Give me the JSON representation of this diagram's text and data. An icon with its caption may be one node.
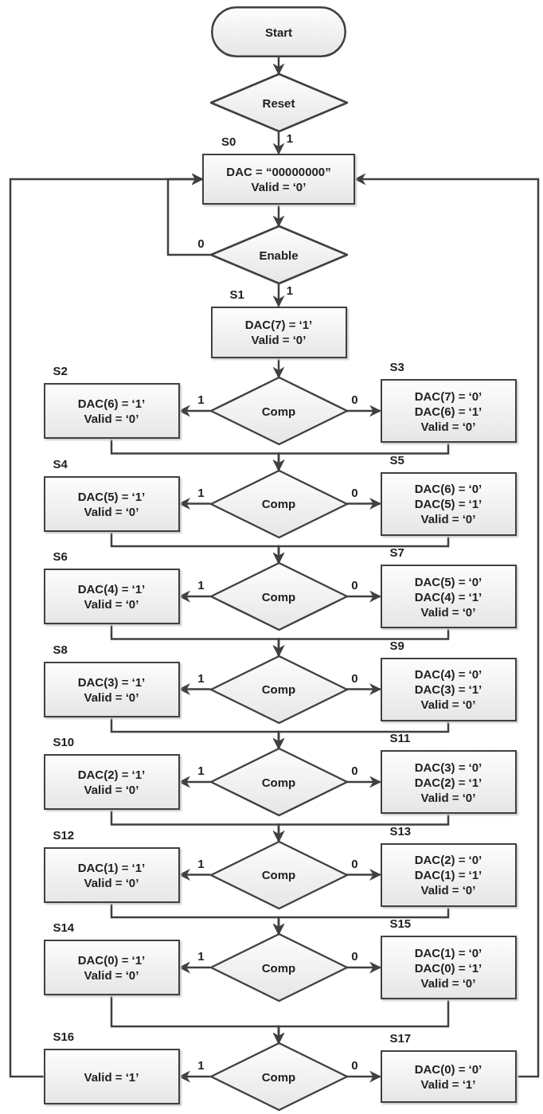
{
  "diagram": {
    "nodes": [
      {
        "text": [
          "Start"
        ]
      },
      {
        "text": [
          "Reset"
        ]
      },
      {
        "text": [
          "DAC = “00000000”",
          "Valid = ‘0’"
        ],
        "beside": [
          "S0"
        ]
      },
      {
        "text": [
          "Enable"
        ]
      },
      {
        "text": [
          "DAC(7) = ‘1’",
          "Valid = ‘0’"
        ],
        "beside": [
          "S1"
        ]
      },
      {
        "text": [
          "Comp"
        ]
      },
      {
        "text": [
          "DAC(6) = ‘1’",
          "Valid = ‘0’"
        ],
        "beside": [
          "S2"
        ]
      },
      {
        "text": [
          "DAC(7) = ‘0’",
          "DAC(6) = ‘1’",
          "Valid = ‘0’"
        ],
        "beside": [
          "S3"
        ]
      },
      {
        "text": [
          "Comp"
        ]
      },
      {
        "text": [
          "DAC(5) = ‘1’",
          "Valid = ‘0’"
        ],
        "beside": [
          "S4"
        ]
      },
      {
        "text": [
          "DAC(6) = ‘0’",
          "DAC(5) = ‘1’",
          "Valid = ‘0’"
        ],
        "beside": [
          "S5"
        ]
      },
      {
        "text": [
          "Comp"
        ]
      },
      {
        "text": [
          "DAC(4) = ‘1’",
          "Valid = ‘0’"
        ],
        "beside": [
          "S6"
        ]
      },
      {
        "text": [
          "DAC(5) = ‘0’",
          "DAC(4) = ‘1’",
          "Valid = ‘0’"
        ],
        "beside": [
          "S7"
        ]
      },
      {
        "text": [
          "Comp"
        ]
      },
      {
        "text": [
          "DAC(3) = ‘1’",
          "Valid = ‘0’"
        ],
        "beside": [
          "S8"
        ]
      },
      {
        "text": [
          "DAC(4) = ‘0’",
          "DAC(3) = ‘1’",
          "Valid = ‘0’"
        ],
        "beside": [
          "S9"
        ]
      },
      {
        "text": [
          "Comp"
        ]
      },
      {
        "text": [
          "DAC(2) = ‘1’",
          "Valid = ‘0’"
        ],
        "beside": [
          "S10"
        ]
      },
      {
        "text": [
          "DAC(3) = ‘0’",
          "DAC(2) = ‘1’",
          "Valid = ‘0’"
        ],
        "beside": [
          "S11"
        ]
      },
      {
        "text": [
          "Comp"
        ]
      },
      {
        "text": [
          "DAC(1) = ‘1’",
          "Valid = ‘0’"
        ],
        "beside": [
          "S12"
        ]
      },
      {
        "text": [
          "DAC(2) = ‘0’",
          "DAC(1) = ‘1’",
          "Valid = ‘0’"
        ],
        "beside": [
          "S13"
        ]
      },
      {
        "text": [
          "Comp"
        ]
      },
      {
        "text": [
          "DAC(0) = ‘1’",
          "Valid = ‘0’"
        ],
        "beside": [
          "S14"
        ]
      },
      {
        "text": [
          "DAC(1) = ‘0’",
          "DAC(0) = ‘1’",
          "Valid = ‘0’"
        ],
        "beside": [
          "S15"
        ]
      },
      {
        "text": [
          "Comp"
        ]
      },
      {
        "text": [
          "Valid = ‘1’"
        ],
        "beside": [
          "S16"
        ]
      },
      {
        "text": [
          "DAC(0) = ‘0’",
          "Valid = ‘1’"
        ],
        "beside": [
          "S17"
        ]
      }
    ],
    "edges": [
      {
        "from": 0,
        "to": 1,
        "arrow": "to"
      },
      {
        "from": 1,
        "to": 2,
        "arrow": "to",
        "label": "1"
      },
      {
        "from": 2,
        "to": 3,
        "arrow": "to"
      },
      {
        "from": 3,
        "to": 2,
        "arrow": "to",
        "label": "0"
      },
      {
        "from": 3,
        "to": 4,
        "arrow": "to",
        "label": "1"
      },
      {
        "from": 4,
        "to": 5,
        "arrow": "to"
      },
      {
        "from": 5,
        "to": 6,
        "arrow": "to",
        "label": "1"
      },
      {
        "from": 5,
        "to": 7,
        "arrow": "to",
        "label": "0"
      },
      {
        "from": 6,
        "to": 8,
        "arrow": "to"
      },
      {
        "from": 7,
        "to": 8,
        "arrow": "to"
      },
      {
        "from": 8,
        "to": 9,
        "arrow": "to",
        "label": "1"
      },
      {
        "from": 8,
        "to": 10,
        "arrow": "to",
        "label": "0"
      },
      {
        "from": 9,
        "to": 11,
        "arrow": "to"
      },
      {
        "from": 10,
        "to": 11,
        "arrow": "to"
      },
      {
        "from": 11,
        "to": 12,
        "arrow": "to",
        "label": "1"
      },
      {
        "from": 11,
        "to": 13,
        "arrow": "to",
        "label": "0"
      },
      {
        "from": 12,
        "to": 14,
        "arrow": "to"
      },
      {
        "from": 13,
        "to": 14,
        "arrow": "to"
      },
      {
        "from": 14,
        "to": 15,
        "arrow": "to",
        "label": "1"
      },
      {
        "from": 14,
        "to": 16,
        "arrow": "to",
        "label": "0"
      },
      {
        "from": 15,
        "to": 17,
        "arrow": "to"
      },
      {
        "from": 16,
        "to": 17,
        "arrow": "to"
      },
      {
        "from": 17,
        "to": 18,
        "arrow": "to",
        "label": "1"
      },
      {
        "from": 17,
        "to": 19,
        "arrow": "to",
        "label": "0"
      },
      {
        "from": 18,
        "to": 20,
        "arrow": "to"
      },
      {
        "from": 19,
        "to": 20,
        "arrow": "to"
      },
      {
        "from": 20,
        "to": 21,
        "arrow": "to",
        "label": "1"
      },
      {
        "from": 20,
        "to": 22,
        "arrow": "to",
        "label": "0"
      },
      {
        "from": 21,
        "to": 23,
        "arrow": "to"
      },
      {
        "from": 22,
        "to": 23,
        "arrow": "to"
      },
      {
        "from": 23,
        "to": 24,
        "arrow": "to",
        "label": "1"
      },
      {
        "from": 23,
        "to": 25,
        "arrow": "to",
        "label": "0"
      },
      {
        "from": 24,
        "to": 26,
        "arrow": "to"
      },
      {
        "from": 25,
        "to": 26,
        "arrow": "to"
      },
      {
        "from": 26,
        "to": 27,
        "arrow": "to",
        "label": "1"
      },
      {
        "from": 26,
        "to": 28,
        "arrow": "to",
        "label": "0"
      },
      {
        "from": 27,
        "to": 2,
        "arrow": "to"
      },
      {
        "from": 28,
        "to": 2,
        "arrow": "to"
      }
    ]
  }
}
